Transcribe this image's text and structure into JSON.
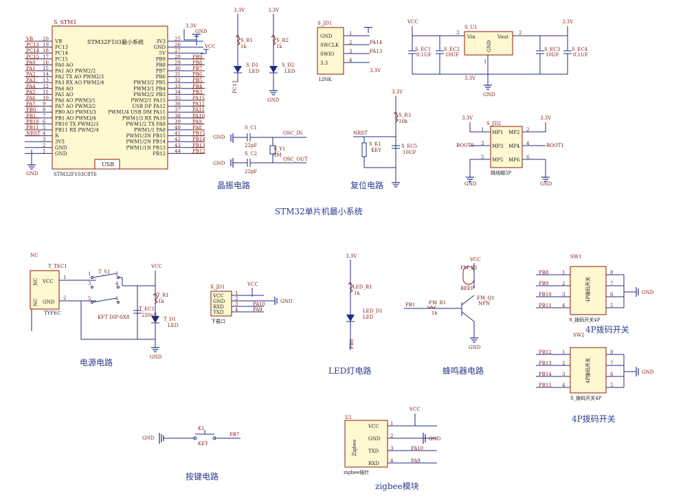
{
  "title": "STM32单片机最小系统",
  "sections": {
    "crystal": "晶振电路",
    "reset": "复位电路",
    "power": "电源电路",
    "led": "LED灯电路",
    "buzzer": "蜂鸣器电路",
    "dip": "4P拨码开关",
    "dip_top": "4P拨码开关",
    "key": "按键电路",
    "zigbee": "zigbee模块"
  },
  "mcu": {
    "ref": "S_STM1",
    "name": "STM32F103最小系统",
    "part": "STM32F103C8T6",
    "usb": "USB",
    "left_pins": [
      {
        "net": "VB",
        "num": "20",
        "name": "VB"
      },
      {
        "net": "PC13",
        "num": "19",
        "name": "PC13"
      },
      {
        "net": "PC14",
        "num": "18",
        "name": "PC14"
      },
      {
        "net": "PC15",
        "num": "17",
        "name": "PC15"
      },
      {
        "net": "PA0",
        "num": "16",
        "name": "PA0 AO"
      },
      {
        "net": "PA1",
        "num": "15",
        "name": "PA1 AO PWM2/2"
      },
      {
        "net": "PA2",
        "num": "14",
        "name": "PA2 TX AO PWM2/3"
      },
      {
        "net": "PA3",
        "num": "13",
        "name": "PA3 RX AO PWM2/4"
      },
      {
        "net": "PA4",
        "num": "12",
        "name": "PA4 AO"
      },
      {
        "net": "PA5",
        "num": "11",
        "name": "PA5 AO"
      },
      {
        "net": "PA6",
        "num": "10",
        "name": "PA6 AO PWM3/1"
      },
      {
        "net": "PA7",
        "num": "9",
        "name": "PA7 AO PWM3/2"
      },
      {
        "net": "PB0",
        "num": "8",
        "name": "PB0 AO PWM3/3"
      },
      {
        "net": "PB1",
        "num": "7",
        "name": "PB1 AO PWM3/4"
      },
      {
        "net": "PB10",
        "num": "6",
        "name": "PB10 TX PWM2/3"
      },
      {
        "net": "PB11",
        "num": "5",
        "name": "PB11 RX PWM2/4"
      },
      {
        "net": "NRST",
        "num": "4",
        "name": "R"
      },
      {
        "net": "",
        "num": "3",
        "name": "3V3"
      },
      {
        "net": "",
        "num": "2",
        "name": "GND"
      },
      {
        "net": "",
        "num": "1",
        "name": "GND"
      }
    ],
    "right_pins": [
      {
        "name": "3V3",
        "num": "25",
        "net": ""
      },
      {
        "name": "GND",
        "num": "26",
        "net": ""
      },
      {
        "name": "5V",
        "num": "27",
        "net": ""
      },
      {
        "name": "PB9",
        "num": "28",
        "net": "PB9"
      },
      {
        "name": "PB8",
        "num": "29",
        "net": "PB8"
      },
      {
        "name": "PB7",
        "num": "30",
        "net": "PB7"
      },
      {
        "name": "PB6",
        "num": "31",
        "net": "PB6"
      },
      {
        "name": "PWM3/2 PB5",
        "num": "32",
        "net": "PB5"
      },
      {
        "name": "PWM3/1 PB4",
        "num": "33",
        "net": "PB4"
      },
      {
        "name": "PWM2/2 PB3",
        "num": "34",
        "net": "PB3"
      },
      {
        "name": "PWM2/1 PA15",
        "num": "35",
        "net": "PA15"
      },
      {
        "name": "USB DP PA12",
        "num": "36",
        "net": "PA12"
      },
      {
        "name": "PWM1/4 USB DM PA11",
        "num": "37",
        "net": "PA11"
      },
      {
        "name": "PWM1/3 RX PA10",
        "num": "38",
        "net": "PA10"
      },
      {
        "name": "PWM1/2 TX PA9",
        "num": "39",
        "net": "PA9"
      },
      {
        "name": "PWM1/1 PA8",
        "num": "40",
        "net": "PA8"
      },
      {
        "name": "PWM1/3N PB15",
        "num": "41",
        "net": "PB15"
      },
      {
        "name": "PWM1/2N PB14",
        "num": "42",
        "net": "PB14"
      },
      {
        "name": "PWM1/1N PB13",
        "num": "43",
        "net": "PB13"
      },
      {
        "name": "PB12",
        "num": "44",
        "net": "PB12"
      }
    ],
    "pwr": {
      "v33": "3.3V",
      "gnd": "GND",
      "vcc": "VCC"
    }
  },
  "led_top": {
    "vcc1": "3.3V",
    "vcc2": "3.3V",
    "r1": "S_R1",
    "r1v": "1k",
    "r2": "S_R2",
    "r2v": "1k",
    "d1": "S_D1",
    "d1t": "LED",
    "d2": "S_D2",
    "d2t": "LED",
    "pc13": "PC13",
    "gnd": "GND"
  },
  "link": {
    "ref": "S_JD1",
    "pins": [
      "GND",
      "SWCLK",
      "SWIO",
      "3.3"
    ],
    "nums": [
      "1",
      "2",
      "3",
      "4"
    ],
    "nets": [
      "",
      "PA14",
      "PA13",
      "3.3V"
    ],
    "name": "LINK"
  },
  "reg": {
    "vcc": "VCC",
    "out": "3.3V",
    "ref": "S_U1",
    "vin": "Vin",
    "vout": "Vout",
    "gnd": "GND",
    "p3": "3",
    "p2": "2",
    "p1": "1",
    "ec1": "S_EC1",
    "ec1v": "0.1UF",
    "ec2": "S_EC2",
    "ec2v": "10UF",
    "ec3": "S_EC3",
    "ec3v": "10UF",
    "ec4": "S_EC4",
    "ec4v": "0.1UF",
    "net33": "3.3V"
  },
  "crystal": {
    "c1": "S_C1",
    "c1v": "22pF",
    "c2": "S_C2",
    "c2v": "22pF",
    "y1": "S_Y1",
    "y1v": "8M",
    "in": "OSC_IN",
    "out": "OSC_OUT",
    "gnd": "GND"
  },
  "reset": {
    "v": "3.3V",
    "r3": "S_R3",
    "r3v": "10k",
    "nrst": "NRST",
    "k1": "S_K1",
    "k1t": "KEY",
    "ec5": "S_EC5",
    "ec5v": "10UF"
  },
  "boot": {
    "ref": "S_JD2",
    "v1": "3.3V",
    "v2": "3.3V",
    "pins": [
      "MP1",
      "MP2",
      "MP3",
      "MP4",
      "MP5",
      "MP6"
    ],
    "nums": [
      "1",
      "2",
      "3",
      "4",
      "5",
      "6"
    ],
    "b0": "BOOT0",
    "b1": "BOOT1",
    "name": "跳线帽3P"
  },
  "power": {
    "ref": "T_TEC1",
    "vcc": "VCC",
    "gnd": "GND",
    "name": "TYPEC",
    "nc": "NC",
    "s1": "T_S1",
    "nums": [
      "1",
      "2",
      "3",
      "4",
      "5",
      "6"
    ],
    "sw": "KFT DIP-SX8",
    "r1": "T_R1",
    "r1v": "1k",
    "ec": "T_EC1",
    "ecv": "220uF",
    "d1": "T_D1",
    "d1t": "LED",
    "vtop": "VCC",
    "gnd2": "GND",
    "pn": [
      "1",
      "2"
    ]
  },
  "uart": {
    "ref": "X_JD1",
    "pins": [
      "VCC",
      "GND",
      "RXD",
      "TXD"
    ],
    "nums": [
      "1",
      "2",
      "3",
      "4"
    ],
    "nets": [
      "",
      "",
      "PA10",
      "PA9"
    ],
    "name": "下载口",
    "vcc": "VCC",
    "gnd": "GND"
  },
  "led": {
    "v": "3.3V",
    "r": "LED_R1",
    "rv": "1k",
    "d": "LED_D1",
    "dt": "LED",
    "net": "PB6"
  },
  "buzzer": {
    "vcc": "VCC",
    "b": "FM_B1",
    "bt": "BEEP",
    "q": "FM_Q1",
    "qt": "NPN",
    "r": "FM_R1",
    "rv": "1k",
    "net": "PB1",
    "gnd": "GND"
  },
  "sw1": {
    "ref": "SW1",
    "label": "4P拨码开关",
    "part": "S_拨码开关4P",
    "nets": [
      "PB8",
      "PB9",
      "PB10",
      "PB11"
    ],
    "l": [
      "1",
      "2",
      "3",
      "4"
    ],
    "r": [
      "8",
      "7",
      "6",
      "5"
    ],
    "gnd": "GND"
  },
  "sw2": {
    "ref": "SW2",
    "label": "4P拨码开关",
    "part": "S_拨码开关4P",
    "nets": [
      "PB12",
      "PB13",
      "PB14",
      "PB15"
    ],
    "l": [
      "1",
      "2",
      "3",
      "4"
    ],
    "r": [
      "8",
      "7",
      "6",
      "5"
    ],
    "gnd": "GND"
  },
  "key": {
    "gnd": "GND",
    "ref": "K1",
    "t": "KEY",
    "net": "PB7"
  },
  "zig": {
    "ref": "U1",
    "vcc": "VCC",
    "pins": [
      "VCC",
      "GND",
      "TXD",
      "RXD"
    ],
    "nums": [
      "1",
      "2",
      "3",
      "4"
    ],
    "nets": [
      "",
      "",
      "PA10",
      "PA9"
    ],
    "name": "Zigbee",
    "part": "zigbee插针",
    "gnd": "GND"
  }
}
